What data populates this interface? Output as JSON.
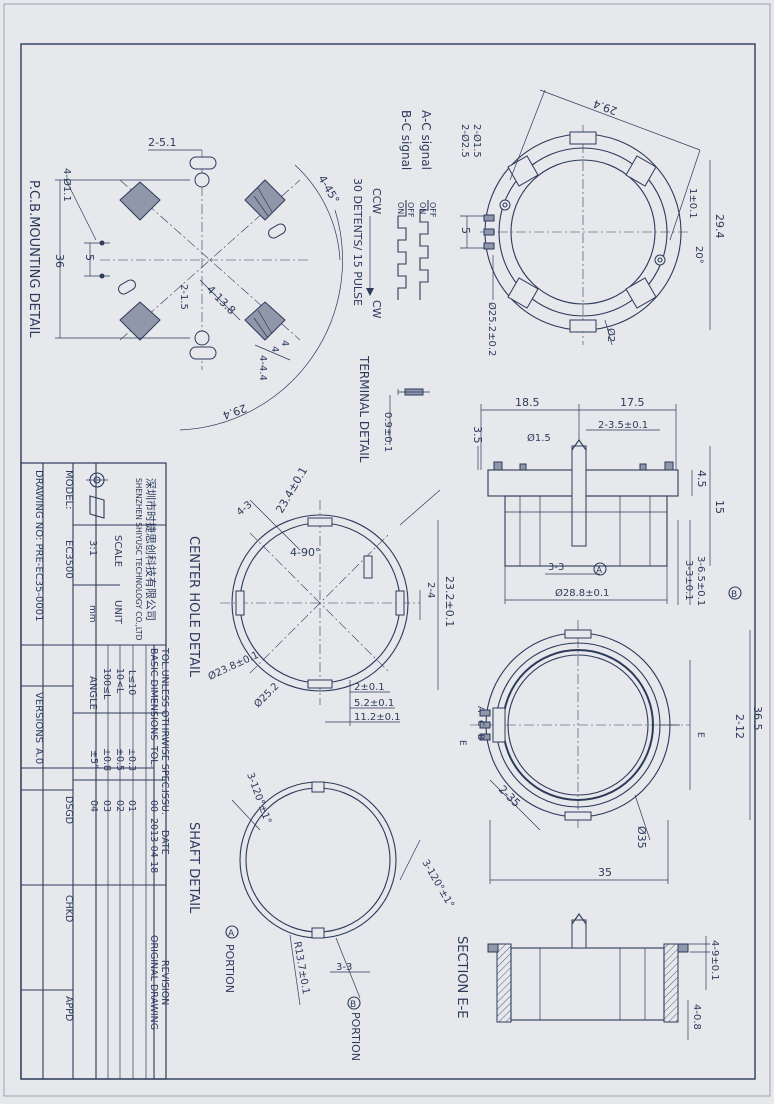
{
  "signals": {
    "ac": "A-C signal",
    "bc": "B-C signal",
    "off": "OFF",
    "on": "ON",
    "ccw": "CCW",
    "cw": "CW",
    "detents": "30 DETENTS/ 15 PULSE"
  },
  "views": {
    "pcb": "P.C.B.MOUNTING DETAIL",
    "terminal": "TERMINAL DETAIL",
    "center": "CENTER HOLE DETAIL",
    "shaft": "SHAFT DETAIL",
    "section": "SECTION E-E",
    "portion_a": "PORTION",
    "portion_b": "PORTION"
  },
  "dims": {
    "pcb": [
      "2-5.1",
      "4-Ø1.1",
      "4-45°",
      "5",
      "36",
      "2-1.5",
      "4-13.8",
      "4-4.4",
      "4",
      "4",
      "29.4"
    ],
    "terminal": [
      "0.9±0.1"
    ],
    "top": [
      "29.4",
      "2-Ø1.5",
      "2-Ø2.5",
      "29.4",
      "1±0.1",
      "20°",
      "5",
      "Ø25.2±0.2",
      "Ø2"
    ],
    "side": [
      "18.5",
      "17.5",
      "3.5",
      "Ø1.5",
      "2-3.5±0.1",
      "4.5",
      "15",
      "3-3",
      "3-6.5±0.1",
      "3-3±0.1",
      "Ø28.8±0.1"
    ],
    "center": [
      "4-3",
      "23.4±0.1",
      "4-90°",
      "2-4",
      "23.2±0.1",
      "Ø23.8±0.1",
      "Ø25.2",
      "2±0.1",
      "5.2±0.1",
      "11.2±0.1"
    ],
    "bottom": [
      "36.5",
      "2-12",
      "2-35",
      "Ø35",
      "35",
      "A",
      "C",
      "B",
      "E",
      "E"
    ],
    "shaft": [
      "3-120°±1°",
      "3-120°±1°",
      "R13.7±0.1",
      "3-3"
    ],
    "section": [
      "4-9±0.1",
      "4-0.8"
    ],
    "letters": [
      "A",
      "B",
      "A",
      "B"
    ]
  },
  "title_block": {
    "company_cn": "深圳市时捷思创科技有限公司",
    "company_en": "SHENZHEN SHIYUSC TECHNOLOGY CO.,LTD",
    "tol_header": "TOL.UNLESS OTHRWISE SPEC.",
    "basic_dim": "BASIC DIMENSIONS",
    "tol_label": "TOL.",
    "rows": [
      [
        "L≤10",
        "±0.3"
      ],
      [
        "10<L",
        "±0.5"
      ],
      [
        "100≤L",
        "±0.8"
      ]
    ],
    "angle_label": "ANGLE",
    "angle_tol": "±5°",
    "scale_label": "SCALE",
    "scale_value": "3:1",
    "unit_label": "UNIT",
    "unit_value": "mm",
    "model_label": "MODEL:",
    "model_value": "EC3500",
    "drawing_no": "DRAWING NO: PRE-EC35-0001",
    "versions_label": "VERSIONS",
    "versions_value": "A.0",
    "issu_label": ". ISSU.",
    "date_label": "DATE",
    "revision_label": "REVISION",
    "revisions": [
      {
        "issu": "00",
        "date": "2013-04-18",
        "rev": "ORIGINAL  DRAWING"
      },
      {
        "issu": "01",
        "date": "",
        "rev": ""
      },
      {
        "issu": "02",
        "date": "",
        "rev": ""
      },
      {
        "issu": "03",
        "date": "",
        "rev": ""
      },
      {
        "issu": "04",
        "date": "",
        "rev": ""
      }
    ],
    "dsgd": "DSGD",
    "chkd": "CHKD",
    "appd": "APPD"
  }
}
